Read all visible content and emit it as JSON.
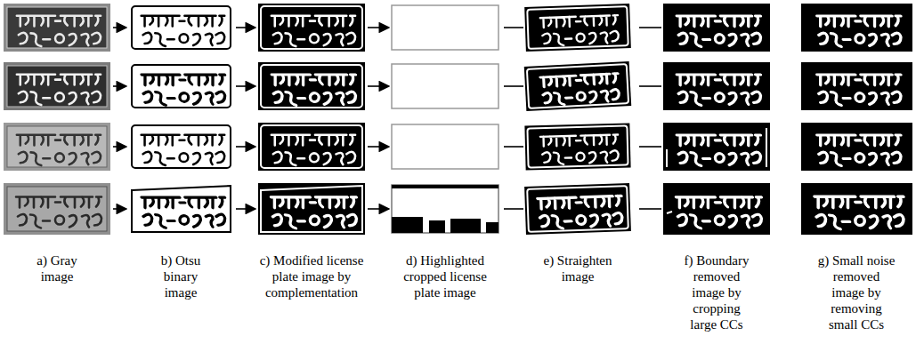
{
  "diagram": {
    "labels": [
      "a) Gray image",
      "b) Otsu binary image",
      "c) Modified license plate image by complementation",
      "d) Highlighted cropped license plate image",
      "e) Straighten image",
      "f) Boundary removed image by cropping large CCs",
      "g) Small noise removed image by removing small CCs"
    ]
  }
}
